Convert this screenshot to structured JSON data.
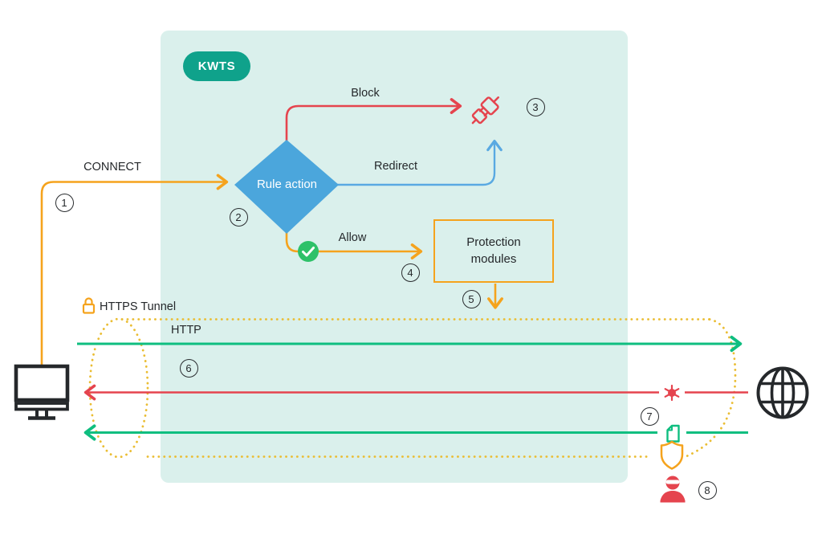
{
  "title_badge": {
    "label": "KWTS"
  },
  "decision": {
    "label": "Rule action"
  },
  "request_label": "CONNECT",
  "branches": {
    "block": "Block",
    "redirect": "Redirect",
    "allow": "Allow"
  },
  "nodes": {
    "protection_modules": "Protection modules"
  },
  "tunnel": {
    "label": "HTTPS Tunnel",
    "protocol_label": "HTTP"
  },
  "steps": [
    "1",
    "2",
    "3",
    "4",
    "5",
    "6",
    "7",
    "8"
  ],
  "colors": {
    "panel_background": "#DAF0EC",
    "badge_green": "#0FA28B",
    "flow_orange": "#F5A31D",
    "block_red": "#E5444E",
    "allow_green": "#0FBE80",
    "redirect_blue": "#59A9E2",
    "diamond_blue": "#4BA6DC",
    "tunnel_dotted_yellow": "#EABD33",
    "text_dark": "#25282B"
  },
  "icons": {
    "client": "desktop-monitor-icon",
    "internet": "globe-icon",
    "blocked_connection": "broken-plug-icon",
    "allow_check": "check-circle-icon",
    "tunnel_lock": "padlock-icon",
    "threat": "virus-icon",
    "scanned_file": "document-icon",
    "protection": "shield-icon",
    "attacker": "intruder-icon"
  }
}
